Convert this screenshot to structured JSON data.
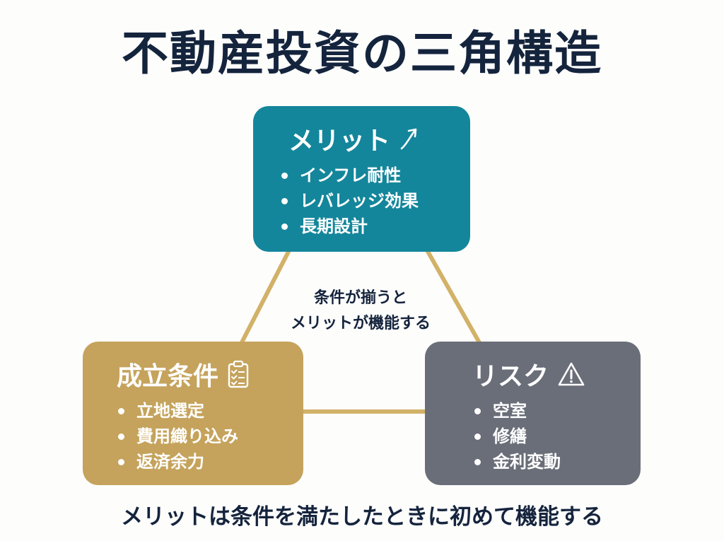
{
  "title": "不動産投資の三角構造",
  "merit": {
    "heading": "メリット",
    "icon": "trend-up-arrow-icon",
    "color": "#14869b",
    "items": [
      "インフレ耐性",
      "レバレッジ効果",
      "長期設計"
    ]
  },
  "conditions": {
    "heading": "成立条件",
    "icon": "checklist-clipboard-icon",
    "color": "#c5a35c",
    "items": [
      "立地選定",
      "費用織り込み",
      "返済余力"
    ]
  },
  "risk": {
    "heading": "リスク",
    "icon": "warning-triangle-icon",
    "color": "#6a6e79",
    "items": [
      "空室",
      "修繕",
      "金利変動"
    ]
  },
  "center_note": {
    "line1": "条件が揃うと",
    "line2": "メリットが機能する"
  },
  "connector_color": "#d2b268",
  "bottom_note": "メリットは条件を満たしたときに初めて機能する"
}
